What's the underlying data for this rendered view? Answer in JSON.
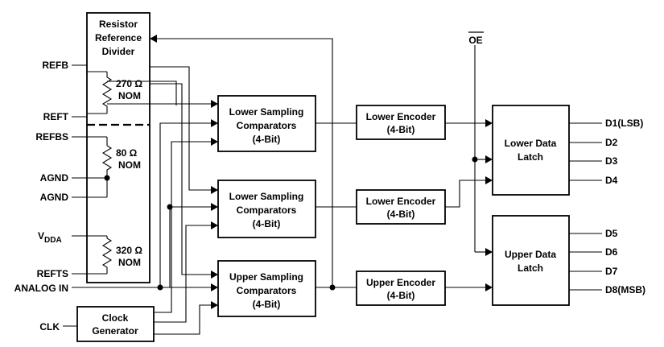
{
  "blocks": {
    "resistor_divider": [
      "Resistor",
      "Reference",
      "Divider"
    ],
    "r1": [
      "270 Ω",
      "NOM"
    ],
    "r2": [
      "80 Ω",
      "NOM"
    ],
    "r3": [
      "320 Ω",
      "NOM"
    ],
    "comp1": [
      "Lower Sampling",
      "Comparators",
      "(4-Bit)"
    ],
    "comp2": [
      "Lower Sampling",
      "Comparators",
      "(4-Bit)"
    ],
    "comp3": [
      "Upper Sampling",
      "Comparators",
      "(4-Bit)"
    ],
    "enc1": [
      "Lower Encoder",
      "(4-Bit)"
    ],
    "enc2": [
      "Lower Encoder",
      "(4-Bit)"
    ],
    "enc3": [
      "Upper Encoder",
      "(4-Bit)"
    ],
    "latch_lower": [
      "Lower Data",
      "Latch"
    ],
    "latch_upper": [
      "Upper Data",
      "Latch"
    ],
    "clock": [
      "Clock",
      "Generator"
    ]
  },
  "inputs": {
    "refb": "REFB",
    "reft": "REFT",
    "refbs": "REFBS",
    "agnd1": "AGND",
    "agnd2": "AGND",
    "vdda_main": "V",
    "vdda_sub": "DDA",
    "refts": "REFTS",
    "analog_in": "ANALOG IN",
    "clk": "CLK",
    "oe": "OE"
  },
  "outputs": [
    "D1(LSB)",
    "D2",
    "D3",
    "D4",
    "D5",
    "D6",
    "D7",
    "D8(MSB)"
  ]
}
